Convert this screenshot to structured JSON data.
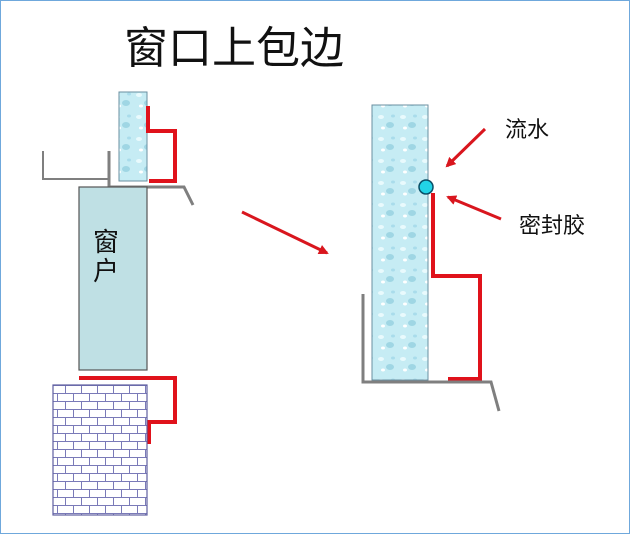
{
  "title": "窗口上包边",
  "labels": {
    "window_line1": "窗",
    "window_line2": "户",
    "flowing_water": "流水",
    "sealant": "密封胶"
  },
  "colors": {
    "flashing_red": "#e0121b",
    "sill_gray": "#7f7f7f",
    "arrow_red": "#d9161e",
    "window_fill": "#bfe0e4",
    "glass_fill": "#c6ecf4",
    "sealant_dot": "#22d3e6",
    "brick_line": "#7a7ab8"
  }
}
